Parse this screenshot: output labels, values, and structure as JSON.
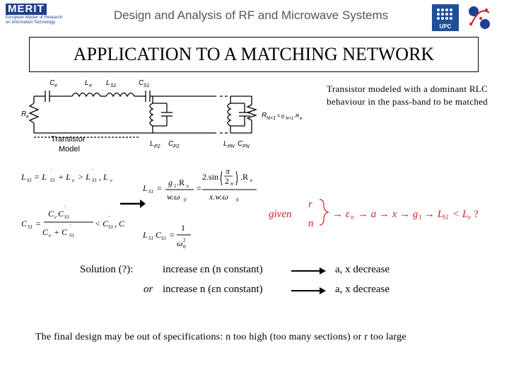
{
  "header": {
    "logo_left_word": "MERIT",
    "logo_left_sub1": "European Master of Research",
    "logo_left_sub2": "on Information Technology",
    "title": "Design and Analysis of RF and Microwave Systems",
    "logo_right_text": "UPC"
  },
  "slide": {
    "title": "APPLICATION TO A MATCHING NETWORK",
    "caption_line1": "Transistor modeled with a dominant RLC",
    "caption_line2": "behaviour in the pass-band to be matched",
    "circuit_label_transistor": "Transistor",
    "circuit_label_model": "Model",
    "solution_label": "Solution (?):",
    "or_label": "or",
    "condition1": "increase εn (n constant)",
    "condition2": "increase n (εn constant)",
    "result1": "a, x decrease",
    "result2": "a, x decrease",
    "final_note": "The final design may be out of specifications: n too high (too many sections) or r too large"
  },
  "colors": {
    "accent_red": "#cc2222",
    "header_gray": "#555555",
    "logo_blue": "#1f3f8f"
  }
}
